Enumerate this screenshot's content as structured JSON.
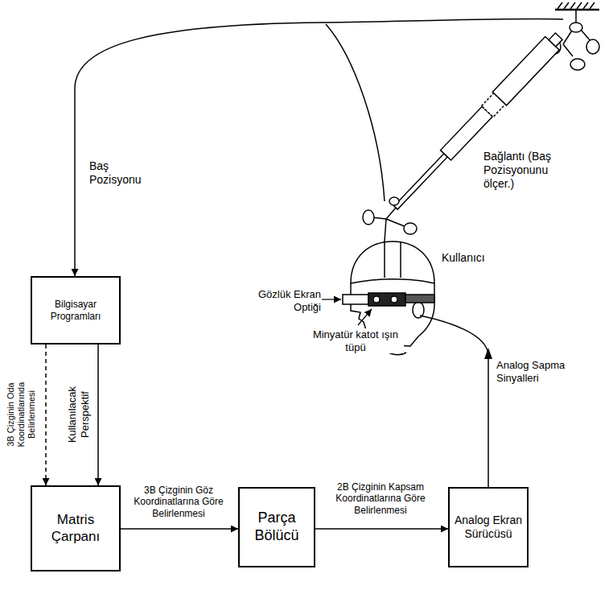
{
  "diagram": {
    "nodes": [
      {
        "text": [
          "Bilgisayar Programları"
        ]
      },
      {
        "text": [
          "Matris Çarpanı"
        ]
      },
      {
        "text": [
          "Parça Bölücü"
        ]
      },
      {
        "text": [
          "Analog Ekran Sürücüsü"
        ]
      }
    ],
    "edges": [
      {
        "from": 0,
        "to": 1,
        "arrow": "to",
        "label": "3B Çizginin Oda Koordinatlarında Belirlenmesi"
      },
      {
        "from": 0,
        "to": 1,
        "arrow": "to",
        "label": "Kullanılacak Perspektif"
      },
      {
        "from": 1,
        "to": 2,
        "arrow": "to",
        "label": "3B Çizginin Göz Koordinatlarına Göre Belirlenmesi"
      },
      {
        "from": 2,
        "to": 3,
        "arrow": "to",
        "label": "2B Çizginin Kapsam Koordinatlarına Göre Belirlenmesi"
      }
    ],
    "labels": [
      "Baş Pozisyonu",
      "Bağlantı (Baş Pozisyonunu ölçer.)",
      "Kullanıcı",
      "Gözlük Ekran Optiği",
      "Minyatür katot ışın tüpü",
      "Analog Sapma Sinyalleri"
    ]
  }
}
